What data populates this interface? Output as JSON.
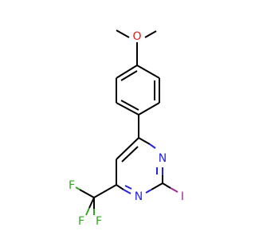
{
  "molecule": {
    "atoms": {
      "oxygen": "O",
      "nitrogen_top": "N",
      "nitrogen_bottom": "N",
      "iodine": "I",
      "fluorine_left": "F",
      "fluorine_top": "F",
      "fluorine_bottom": "F"
    },
    "colors": {
      "bond": "#000000",
      "oxygen": "#e21a1a",
      "nitrogen": "#2323e8",
      "iodine": "#9a2a8e",
      "fluorine": "#2fa81e"
    }
  }
}
